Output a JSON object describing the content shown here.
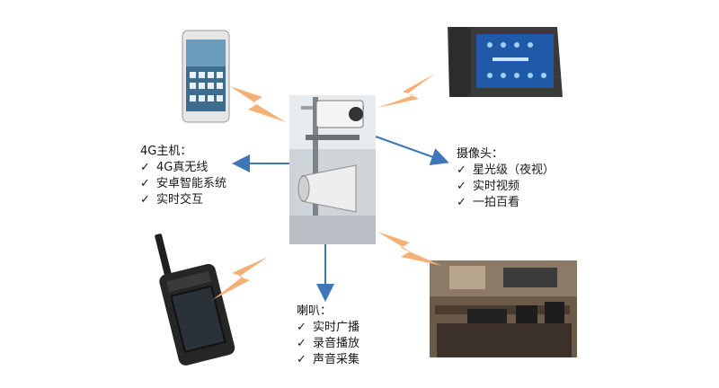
{
  "host": {
    "title": "4G主机：",
    "items": [
      "4G真无线",
      "安卓智能系统",
      "实时交互"
    ]
  },
  "camera": {
    "title": "摄像头：",
    "items": [
      "星光级（夜视）",
      "实时视频",
      "一拍百看"
    ]
  },
  "speaker": {
    "title": "喇叭：",
    "items": [
      "实时广播",
      "录音播放",
      "声音采集"
    ]
  },
  "colors": {
    "arrow": "#3f76b8",
    "lightning": "#f3b077",
    "device_dark": "#2b2b2b",
    "screen": "#1e5aa8"
  }
}
